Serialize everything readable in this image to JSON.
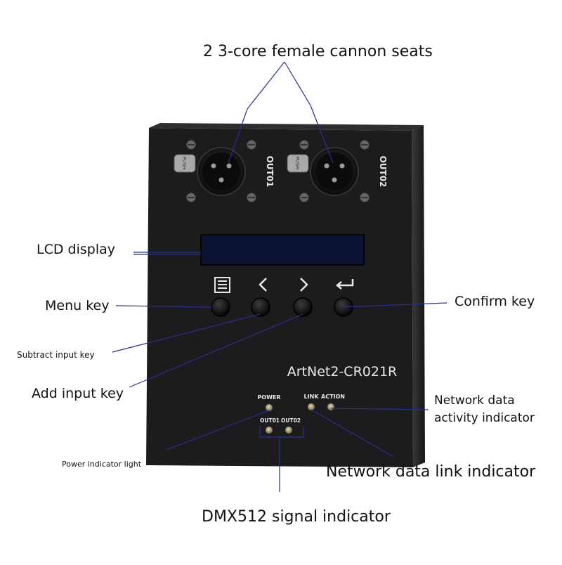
{
  "device": {
    "model": "ArtNet2-CR021R",
    "out1_label": "OUT01",
    "out2_label": "OUT02",
    "latch_text_1": "PUSH",
    "latch_text_2": "PUSH",
    "led_labels": {
      "power": "POWER",
      "link": "LINK",
      "action": "ACTION",
      "out1": "OUT01",
      "out2": "OUT02"
    },
    "key_icons": [
      "menu-icon",
      "chevron-left-icon",
      "chevron-right-icon",
      "enter-icon"
    ]
  },
  "callouts": {
    "cannon_seats": "2 3-core female cannon seats",
    "lcd_display": "LCD display",
    "menu_key": "Menu key",
    "confirm_key": "Confirm key",
    "subtract_key": "Subtract input key",
    "add_key": "Add input key",
    "network_activity_1": "Network data",
    "network_activity_2": "activity indicator",
    "power_indicator": "Power indicator light",
    "network_link": "Network data link indicator",
    "dmx_indicator": "DMX512 signal indicator"
  },
  "colors": {
    "panel": "#1c1c1e",
    "panel_edge": "#2a2a2c",
    "lcd": "#0c1236",
    "leader_line": "#27308a",
    "panel_text": "#e8e8e8",
    "led": "#9c9270"
  }
}
